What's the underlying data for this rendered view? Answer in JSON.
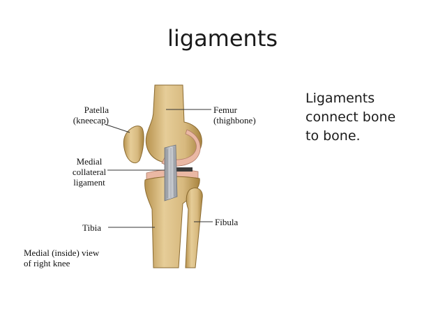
{
  "slide": {
    "title": "ligaments",
    "body_lines": [
      "Ligaments",
      "connect bone",
      "to bone."
    ]
  },
  "diagram": {
    "labels": {
      "patella": [
        "Patella",
        "(kneecap)"
      ],
      "femur": [
        "Femur",
        "(thighbone)"
      ],
      "mcl": [
        "Medial",
        "collateral",
        "ligament"
      ],
      "tibia": "Tibia",
      "fibula": "Fibula",
      "caption": [
        "Medial (inside) view",
        "of right knee"
      ]
    },
    "colors": {
      "bone": "#dcc08a",
      "bone_shadow": "#b8934f",
      "cartilage": "#eab8a4",
      "ligament": "#b9bcc2"
    }
  }
}
